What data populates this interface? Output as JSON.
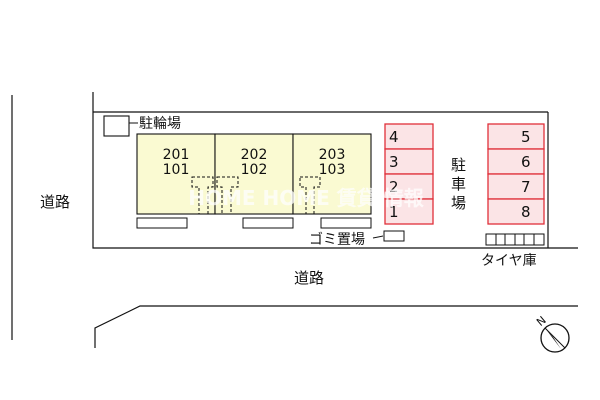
{
  "labels": {
    "road_left": "道路",
    "road_bottom": "道路",
    "bike_parking": "駐輪場",
    "garbage": "ゴミ置場",
    "parking": "駐車場",
    "parking_chars": [
      "駐",
      "車",
      "場"
    ],
    "tire_storage": "タイヤ庫",
    "watermark": "HOME HOME 賃貸 情報"
  },
  "units": [
    {
      "upper": "201",
      "lower": "101"
    },
    {
      "upper": "202",
      "lower": "102"
    },
    {
      "upper": "203",
      "lower": "103"
    }
  ],
  "parking_left": [
    "4",
    "3",
    "2",
    "1"
  ],
  "parking_right": [
    "5",
    "6",
    "7",
    "8"
  ],
  "compass": {
    "label": "N"
  },
  "colors": {
    "building_fill": "#fafad2",
    "parking_stroke": "#e0303a",
    "parking_fill": "#fbe4e6",
    "line": "#111111",
    "watermark": "#ffffff"
  }
}
